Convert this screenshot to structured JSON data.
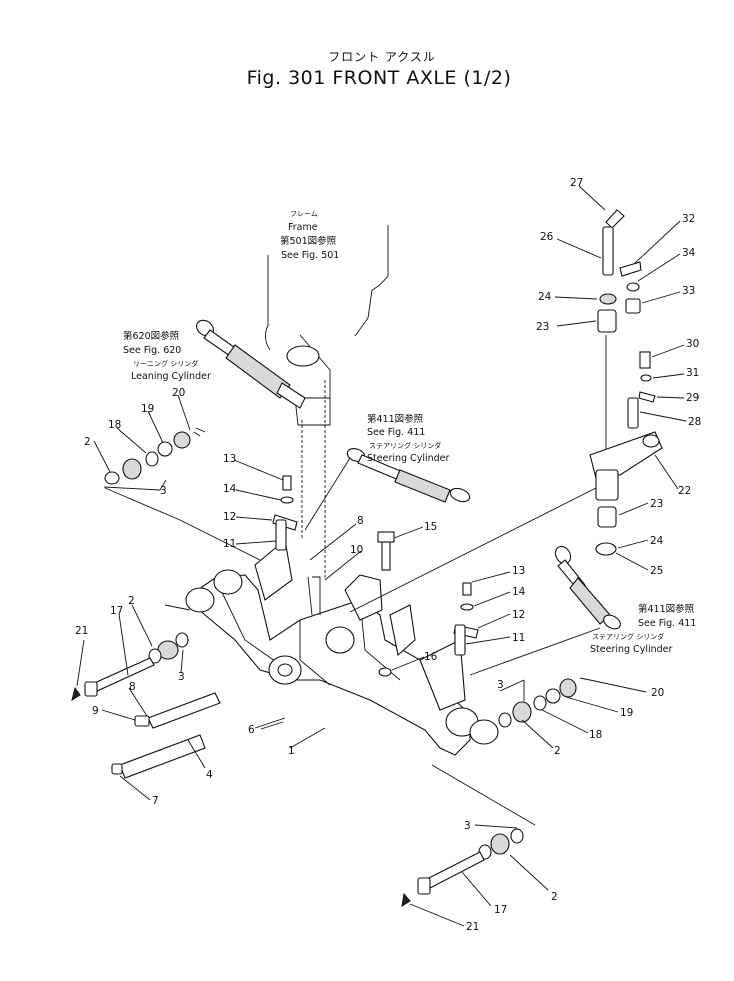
{
  "title": {
    "japanese": "フロント アクスル",
    "english": "Fig. 301 FRONT AXLE (1/2)"
  },
  "notes": {
    "frame": {
      "line1": "フレーム",
      "line2": "Frame",
      "line3": "第501図参照",
      "line4": "See Fig. 501"
    },
    "leaning_cylinder": {
      "line1": "第620図参照",
      "line2": "See Fig. 620",
      "line3": "リーニング シリンダ",
      "line4": "Leaning Cylinder"
    },
    "steering_cylinder_upper": {
      "line1": "第411図参照",
      "line2": "See Fig. 411",
      "line3": "ステアリング シリンダ",
      "line4": "Steering Cylinder"
    },
    "steering_cylinder_right": {
      "line1": "第411図参照",
      "line2": "See Fig. 411",
      "line3": "ステアリング シリンダ",
      "line4": "Steering Cylinder"
    }
  },
  "callouts": {
    "c1": "1",
    "c2a": "2",
    "c2b": "2",
    "c2c": "2",
    "c2d": "2",
    "c3a": "3",
    "c3b": "3",
    "c3c": "3",
    "c3d": "3",
    "c4": "4",
    "c6": "6",
    "c7": "7",
    "c8a": "8",
    "c8b": "8",
    "c9": "9",
    "c10": "10",
    "c11a": "11",
    "c11b": "11",
    "c12a": "12",
    "c12b": "12",
    "c13a": "13",
    "c13b": "13",
    "c14a": "14",
    "c14b": "14",
    "c15": "15",
    "c16": "16",
    "c17a": "17",
    "c17b": "17",
    "c18a": "18",
    "c18b": "18",
    "c19a": "19",
    "c19b": "19",
    "c20a": "20",
    "c20b": "20",
    "c21a": "21",
    "c21b": "21",
    "c22": "22",
    "c23a": "23",
    "c23b": "23",
    "c24a": "24",
    "c24b": "24",
    "c25": "25",
    "c26": "26",
    "c27": "27",
    "c28": "28",
    "c29": "29",
    "c30": "30",
    "c31": "31",
    "c32": "32",
    "c33": "33",
    "c34": "34"
  }
}
